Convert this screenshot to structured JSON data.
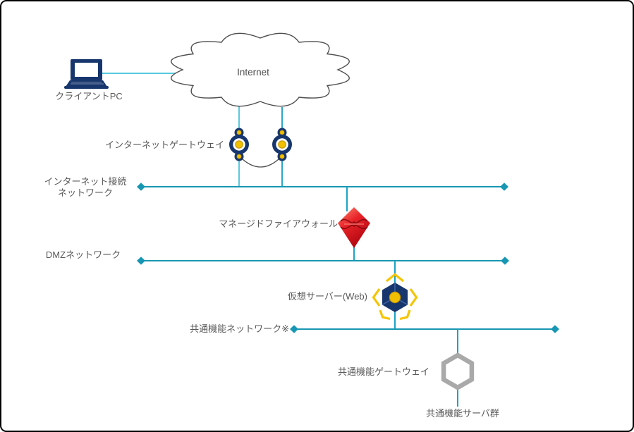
{
  "diagram": {
    "type": "network-architecture",
    "nodes": {
      "client_pc": {
        "label": "クライアントPC",
        "icon": "laptop-icon"
      },
      "internet_cloud": {
        "label": "Internet",
        "icon": "cloud-icon"
      },
      "internet_gateway": {
        "label": "インターネットゲートウェイ",
        "icon": "gateway-circle-icon",
        "count": 2
      },
      "internet_network": {
        "label_line1": "インターネット接続",
        "label_line2": "ネットワーク",
        "shape": "bus-line"
      },
      "managed_firewall": {
        "label": "マネージドファイアウォール",
        "icon": "firewall-diamond-icon"
      },
      "dmz_network": {
        "label": "DMZネットワーク",
        "shape": "bus-line"
      },
      "virtual_server_web": {
        "label": "仮想サーバー(Web)",
        "icon": "virtual-server-hexagon-icon"
      },
      "common_function_network": {
        "label": "共通機能ネットワーク※",
        "shape": "bus-line"
      },
      "common_function_gateway": {
        "label": "共通機能ゲートウェイ",
        "icon": "gray-hexagon-icon"
      },
      "common_function_servers": {
        "label": "共通機能サーバ群"
      }
    },
    "colors": {
      "navy": "#17366d",
      "navy_edge": "#4166a8",
      "gold": "#f0c000",
      "gold_dark": "#c99700",
      "bus_line_teal": "#1797b3",
      "connector_teal": "#1ba3c3",
      "light_cyan": "#58cadf",
      "firewall_red_light": "#ff8a72",
      "firewall_red": "#e82228",
      "firewall_red_dark": "#ae0610",
      "firewall_emblem": "#8c0a10",
      "gray_hexagon": "#a9a9a9",
      "outline_gray": "#4d4d4d",
      "text_gray": "#595959"
    }
  }
}
